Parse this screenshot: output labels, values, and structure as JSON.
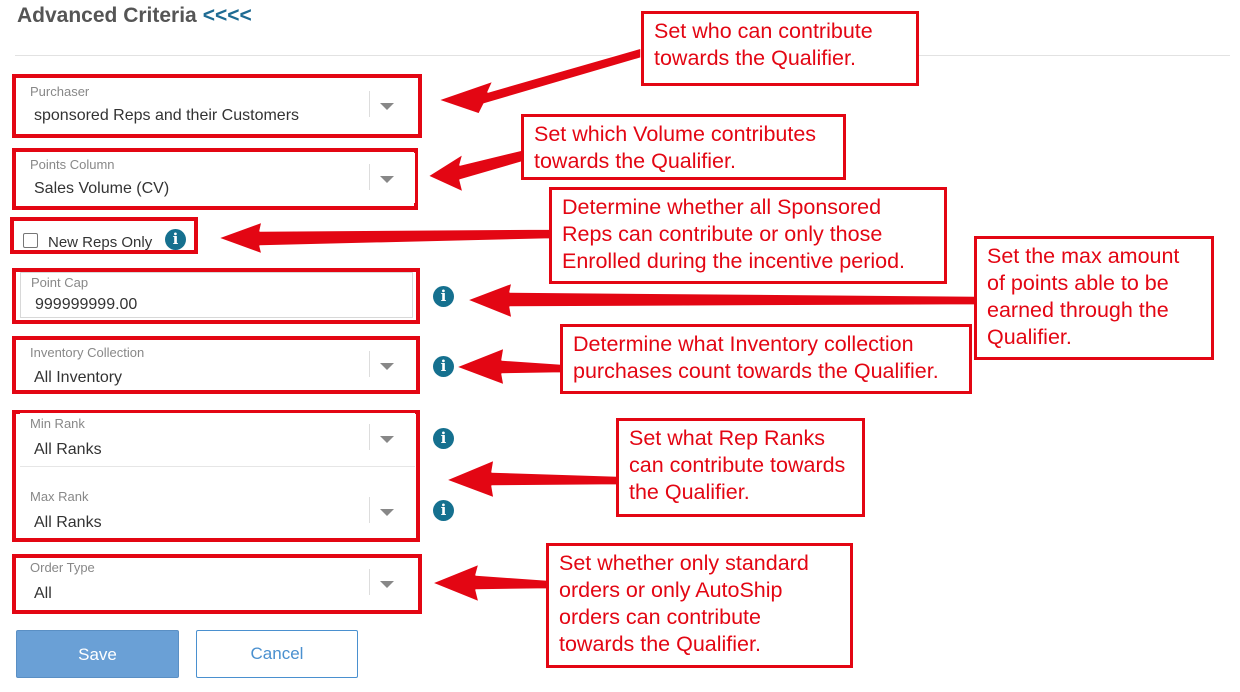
{
  "header": {
    "title": "Advanced Criteria",
    "collapse_glyph": "<<<<"
  },
  "fields": {
    "purchaser": {
      "label": "Purchaser",
      "value": "sponsored Reps and their Customers"
    },
    "points_column": {
      "label": "Points Column",
      "value": "Sales Volume (CV)"
    },
    "new_reps_only": {
      "label": "New Reps Only",
      "checked": false
    },
    "point_cap": {
      "label": "Point Cap",
      "value": "999999999.00"
    },
    "inventory_collection": {
      "label": "Inventory Collection",
      "value": "All Inventory"
    },
    "min_rank": {
      "label": "Min Rank",
      "value": "All Ranks"
    },
    "max_rank": {
      "label": "Max Rank",
      "value": "All Ranks"
    },
    "order_type": {
      "label": "Order Type",
      "value": "All"
    }
  },
  "buttons": {
    "save": "Save",
    "cancel": "Cancel"
  },
  "icons": {
    "info": "i"
  },
  "callouts": {
    "purchaser": "Set who can contribute towards the Qualifier.",
    "points_column": "Set which Volume contributes towards the Qualifier.",
    "new_reps": "Determine whether all Sponsored Reps can contribute or only those Enrolled during the incentive period.",
    "point_cap": "Set the max amount of points able to be earned through the Qualifier.",
    "inventory": "Determine what Inventory collection purchases count towards the Qualifier.",
    "ranks": "Set what Rep Ranks can contribute towards the Qualifier.",
    "order_type": "Set whether only standard orders or only AutoShip orders can contribute towards the Qualifier."
  },
  "colors": {
    "annotation_red": "#e30613",
    "info_teal": "#15708f",
    "save_blue": "#6aa0d6",
    "link_blue": "#4a90cf"
  }
}
